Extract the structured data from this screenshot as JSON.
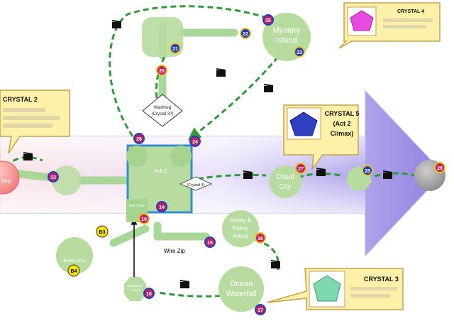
{
  "nodes": {
    "mystery_island": "Mystery Island",
    "hub2": "Hub 2",
    "sub_cave": "Sub Cave",
    "cloud_city": "Cloud City",
    "hokey_pokey": "Hokey & Pokey Arena",
    "ocean_waterfall": "Ocean Waterfall",
    "submarine_trench": "Submarine Trench",
    "bonus_area": "Bonus Area",
    "strip": "Strip"
  },
  "labels": {
    "warthog": "Warthog",
    "warthog_sub": "(Crystal 3?)",
    "crystal4_small": "(Crystal 4)",
    "wire_zip": "Wire Zip",
    "b3": "B3",
    "b4": "B4"
  },
  "callouts": {
    "crystal2": "CRYSTAL 2",
    "crystal3": "CRYSTAL 3",
    "crystal4": "CRYSTAL 4",
    "crystal5_l1": "CRYSTAL 5",
    "crystal5_l2": "(Act 2",
    "crystal5_l3": "Climax)"
  },
  "badges": [
    "13",
    "14",
    "15",
    "16",
    "17",
    "18",
    "19",
    "20",
    "21",
    "22",
    "23",
    "24",
    "25",
    "26",
    "27",
    "28",
    "29"
  ],
  "colors": {
    "node_green": "#b8dca0",
    "path_green": "#2e9a3a",
    "hub_blue": "#2f8fd0",
    "arrow_purple": "#9a8ce0",
    "callout_yellow": "#fdf0a8",
    "crystal4_gem": "#e84be0",
    "crystal5_gem": "#3040c0",
    "crystal3_gem": "#7ed8b0"
  },
  "icons": [
    "clapperboard-icon",
    "crystal-gem-icon",
    "badge-icon"
  ]
}
